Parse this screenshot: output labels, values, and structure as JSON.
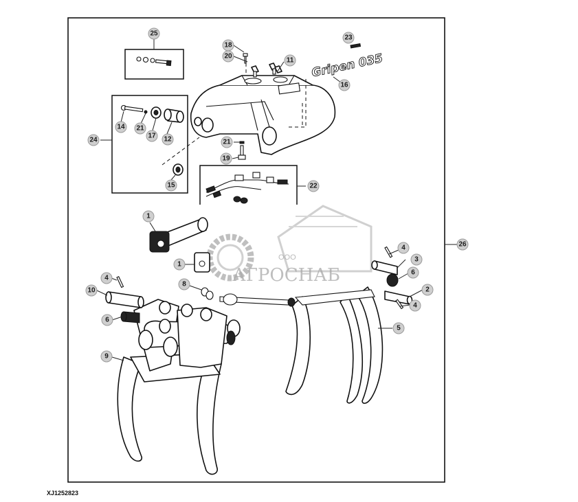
{
  "figure_code": "XJ1252823",
  "branding": {
    "label_text": "Gripen 035"
  },
  "watermark": {
    "company_prefix": "ООО",
    "company_name": "АГРОСНАБ"
  },
  "callouts": [
    {
      "id": "c25",
      "label": "25"
    },
    {
      "id": "c18",
      "label": "18"
    },
    {
      "id": "c20",
      "label": "20"
    },
    {
      "id": "c11",
      "label": "11"
    },
    {
      "id": "c23",
      "label": "23"
    },
    {
      "id": "c16",
      "label": "16"
    },
    {
      "id": "c24",
      "label": "24"
    },
    {
      "id": "c14",
      "label": "14"
    },
    {
      "id": "c21a",
      "label": "21"
    },
    {
      "id": "c17",
      "label": "17"
    },
    {
      "id": "c12",
      "label": "12"
    },
    {
      "id": "c15",
      "label": "15"
    },
    {
      "id": "c21b",
      "label": "21"
    },
    {
      "id": "c19",
      "label": "19"
    },
    {
      "id": "c22",
      "label": "22"
    },
    {
      "id": "c26",
      "label": "26"
    },
    {
      "id": "c1a",
      "label": "1"
    },
    {
      "id": "c1b",
      "label": "1"
    },
    {
      "id": "c4a",
      "label": "4"
    },
    {
      "id": "c3",
      "label": "3"
    },
    {
      "id": "c6a",
      "label": "6"
    },
    {
      "id": "c2",
      "label": "2"
    },
    {
      "id": "c4b",
      "label": "4"
    },
    {
      "id": "c5",
      "label": "5"
    },
    {
      "id": "c8",
      "label": "8"
    },
    {
      "id": "c4c",
      "label": "4"
    },
    {
      "id": "c10",
      "label": "10"
    },
    {
      "id": "c6b",
      "label": "6"
    },
    {
      "id": "c9",
      "label": "9"
    }
  ]
}
